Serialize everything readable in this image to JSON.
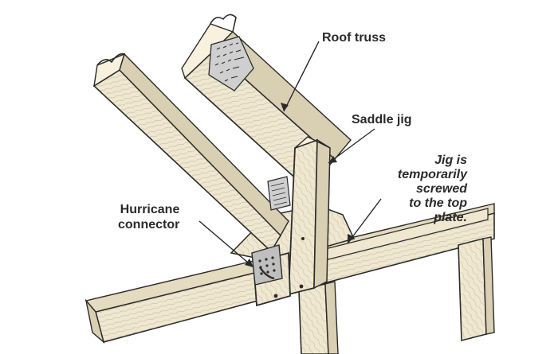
{
  "labels": {
    "roof_truss": "Roof truss",
    "saddle_jig": "Saddle jig",
    "hurricane_line1": "Hurricane",
    "hurricane_line2": "connector",
    "note_line1": "Jig is",
    "note_line2": "temporarily",
    "note_line3": "screwed",
    "note_line4": "to the top",
    "note_line5": "plate."
  },
  "colors": {
    "ink": "#2a2a2a",
    "wood": "#efe7cf",
    "wood_shade": "#d9cfb2",
    "metal": "#bfbfbf",
    "background": "#ffffff"
  }
}
